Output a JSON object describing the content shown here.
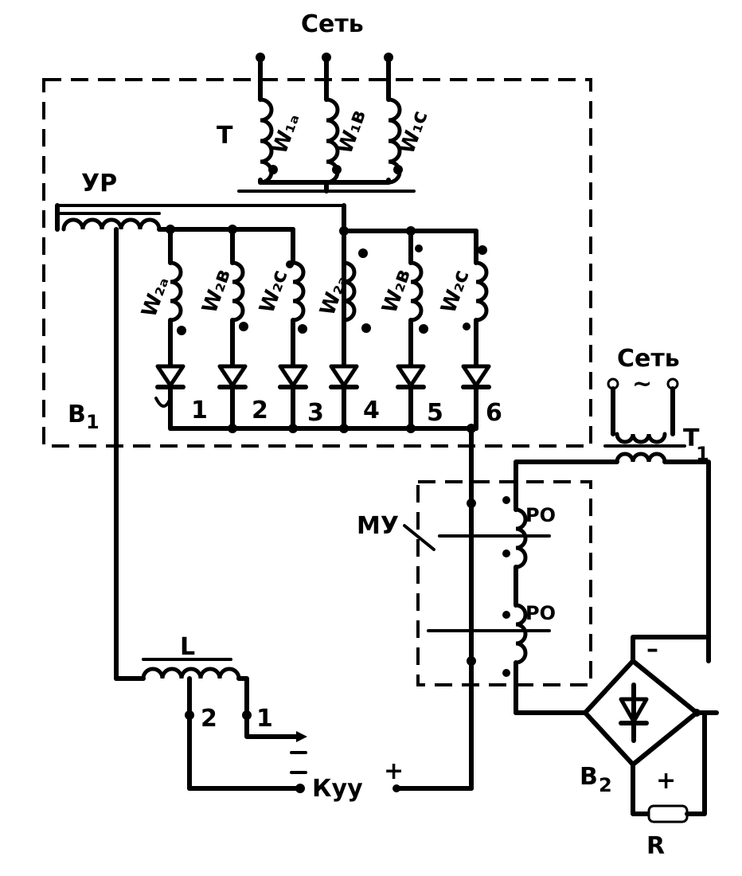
{
  "labels": {
    "set_top": "Сеть",
    "t": "Т",
    "w_a": "W₁ₐ",
    "w_b": "W₁в",
    "w_c": "W₁с",
    "ur": "УР",
    "wa1": "W₂ₐ",
    "wb1": "W₂в",
    "wc1": "W₂с",
    "wa2": "W₂ₐ",
    "wb2": "W₂в",
    "wc2": "W₂с",
    "b1": "В",
    "b1_sub": "1",
    "d1": "1",
    "d2": "2",
    "d3": "3",
    "d4": "4",
    "d5": "5",
    "d6": "6",
    "set_right": "Сеть",
    "tilde": "~",
    "t1": "Т",
    "t1_sub": "1",
    "mu": "МУ",
    "ro1": "РО",
    "ro2": "РО",
    "l": "L",
    "l2": "2",
    "l1": "1",
    "kup": "Куу",
    "plus_k": "+",
    "b2": "В",
    "b2_sub": "2",
    "minus": "–",
    "plus": "+",
    "r": "R"
  }
}
